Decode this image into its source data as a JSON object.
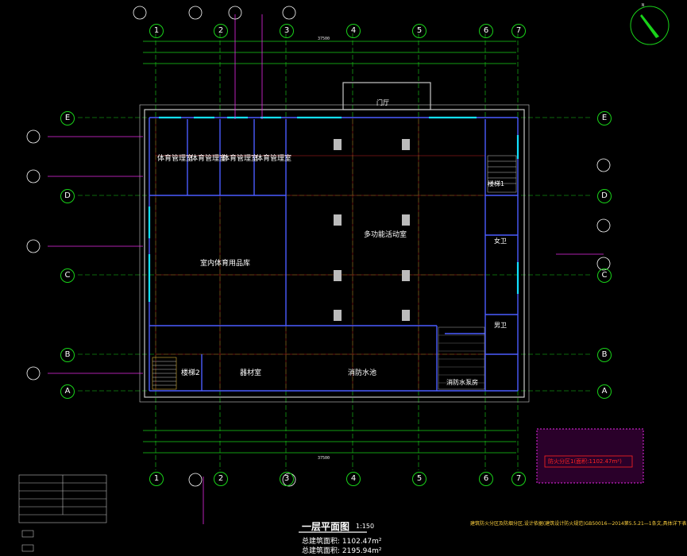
{
  "title": {
    "main": "一层平面图",
    "scale": "1:150",
    "area1_label": "总建筑面积:",
    "area1_value": "1102.47m²",
    "area2_label": "总建筑面积:",
    "area2_value": "2195.94m²"
  },
  "axes": {
    "top": [
      "1",
      "2",
      "3",
      "4",
      "5",
      "6",
      "7"
    ],
    "bottom": [
      "1",
      "2",
      "3",
      "4",
      "5",
      "6",
      "7"
    ],
    "left": [
      "E",
      "D",
      "C",
      "B",
      "A"
    ],
    "right": [
      "E",
      "D",
      "C",
      "B",
      "A"
    ]
  },
  "rooms": {
    "mgmt1": "体育管理室",
    "mgmt2": "体育管理室",
    "mgmt3": "体育管理室",
    "mgmt4": "体育管理室",
    "multi": "多功能活动室",
    "indoor": "室内体育用品库",
    "storage": "器材室",
    "pool": "消防水池",
    "stair2": "楼梯2",
    "stair1": "楼梯1",
    "female": "女卫",
    "male": "男卫",
    "pump": "消防水泵房",
    "entrance": "门厅"
  },
  "annotation": {
    "code_note": "建筑防火分区及防烟分区,设计依据(建筑设计防火规范)GB50016—2014第5.5.21—1条文,具体详下表",
    "red_box": "防火分区1(面积:1102.47m²)"
  },
  "dims": {
    "top_total": "37500",
    "bottom_total": "37500"
  },
  "colors": {
    "background": "#000000",
    "grid": "#19d219",
    "wall": "#4a5cff",
    "window": "#12e0ff",
    "tag": "#e52ae5"
  }
}
